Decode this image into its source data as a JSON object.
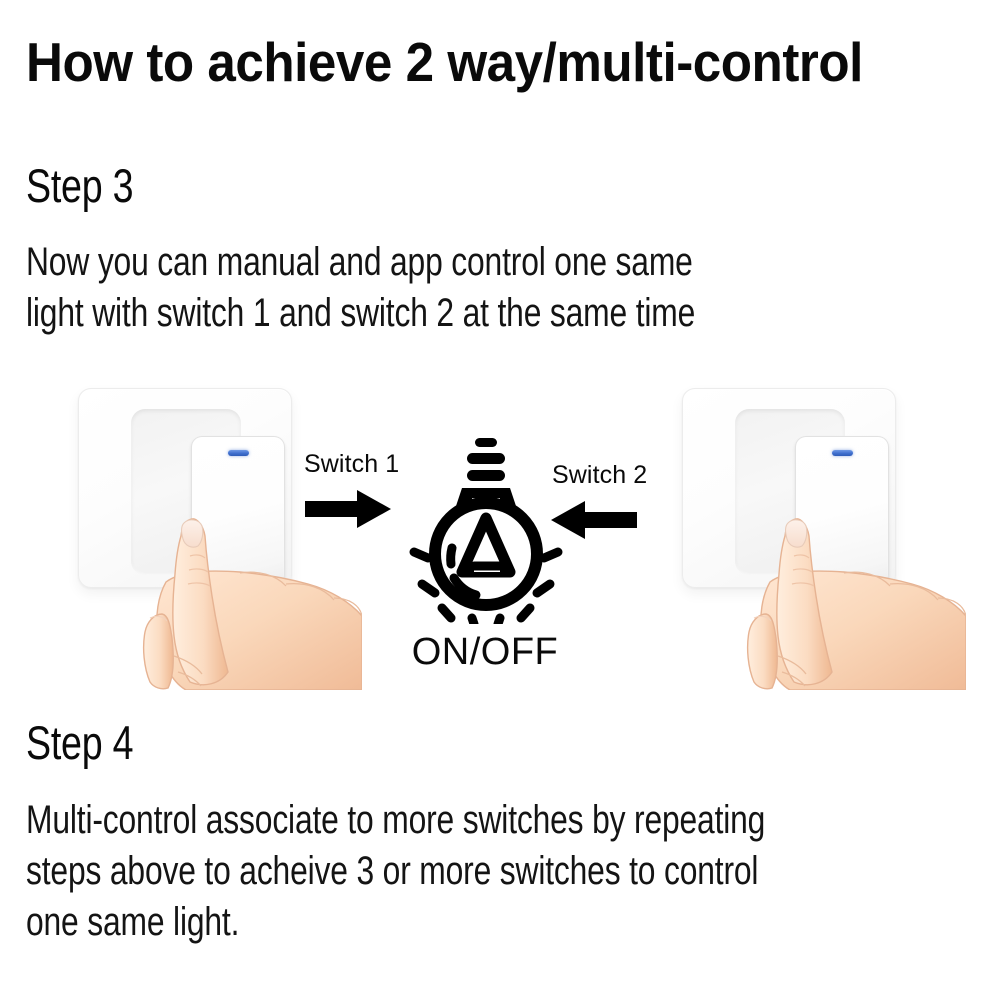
{
  "page": {
    "title": "How to achieve 2 way/multi-control",
    "background_color": "#ffffff",
    "text_color": "#0a0a0a"
  },
  "steps": [
    {
      "heading": "Step 3",
      "body": "Now you can manual and app control one same\nlight with switch 1 and switch 2 at the same time"
    },
    {
      "heading": "Step 4",
      "body": "Multi-control associate to more switches by repeating\nsteps above to acheive 3 or more switches to control\none same light."
    }
  ],
  "diagram": {
    "left_switch": {
      "name": "switch-1",
      "label": "Switch 1",
      "arrow_icon": "arrow-right-icon",
      "arrow_direction": "right",
      "led_color": "#3f6fce",
      "led_state": "on",
      "plate_color": "#fdfdfd",
      "hand_icon": "pointing-hand-icon"
    },
    "right_switch": {
      "name": "switch-2",
      "label": "Switch 2",
      "arrow_icon": "arrow-left-icon",
      "arrow_direction": "left",
      "led_color": "#3f6fce",
      "led_state": "on",
      "plate_color": "#fdfdfd",
      "hand_icon": "pointing-hand-icon"
    },
    "bulb": {
      "icon": "light-bulb-icon",
      "caption": "ON/OFF",
      "stroke_color": "#000000",
      "ray_count": 8
    }
  },
  "colors": {
    "arrow": "#000000",
    "led_blue": "#3f6fce",
    "skin_base": "#fad8bb",
    "skin_shadow": "#f2bf9c",
    "skin_highlight": "#ffeedd",
    "nail": "#fbe6da",
    "plate_border": "#ececec"
  }
}
